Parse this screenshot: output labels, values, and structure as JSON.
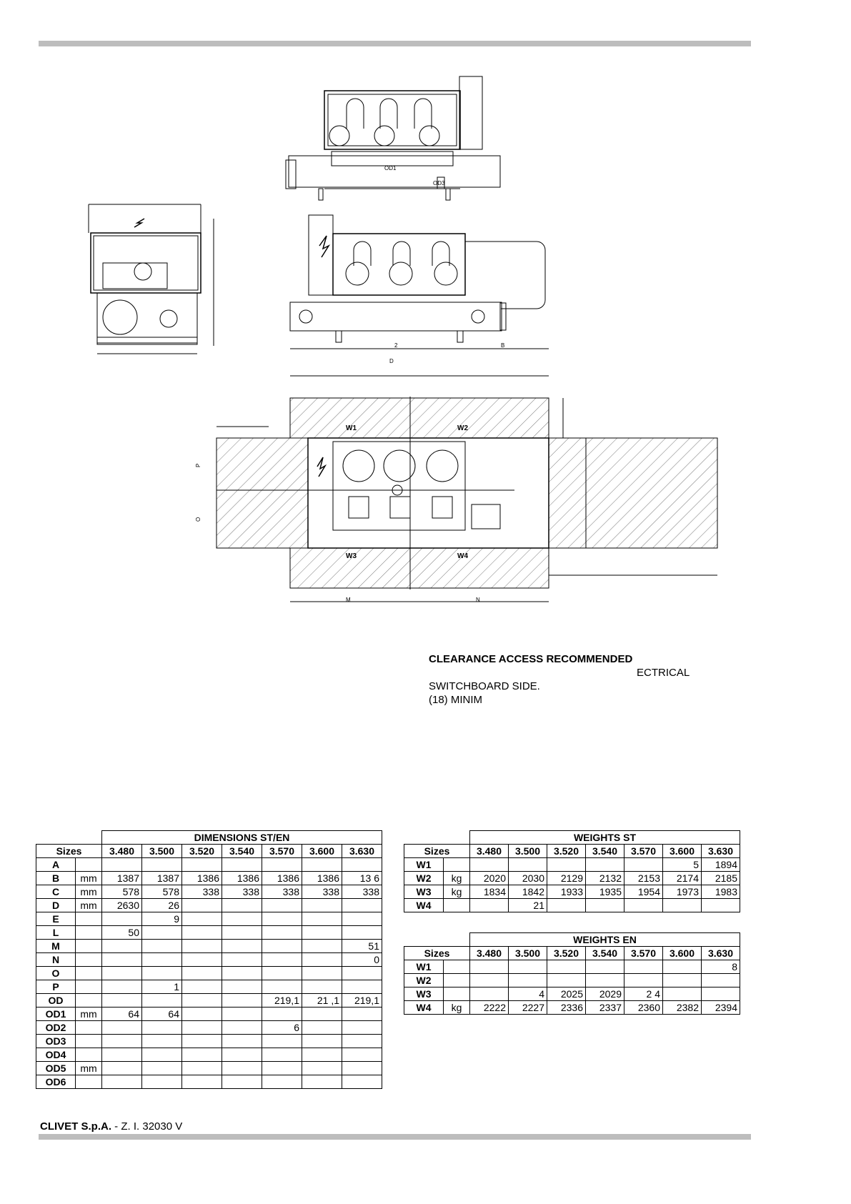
{
  "drawing": {
    "labels": {
      "w1": "W1",
      "w2": "W2",
      "w3": "W3",
      "w4": "W4",
      "od1": "OD1",
      "od3": "OD3",
      "b": "B",
      "d": "D",
      "m": "M",
      "n": "N",
      "o": "O",
      "p": "P",
      "two": "2"
    }
  },
  "clearance": {
    "title": "CLEARANCE ACCESS RECOMMENDED",
    "line1": "ECTRICAL",
    "line2": "SWITCHBOARD SIDE.",
    "line3": "(18) MINIM"
  },
  "dimensions": {
    "title": "DIMENSIONS ST/EN",
    "sizes_label": "Sizes",
    "sizes": [
      "3.480",
      "3.500",
      "3.520",
      "3.540",
      "3.570",
      "3.600",
      "3.630"
    ],
    "rows": [
      {
        "label": "A",
        "unit": "",
        "values": [
          "",
          "",
          "",
          "",
          "",
          "",
          ""
        ]
      },
      {
        "label": "B",
        "unit": "mm",
        "values": [
          "1387",
          "1387",
          "1386",
          "1386",
          "1386",
          "1386",
          "13  6"
        ]
      },
      {
        "label": "C",
        "unit": "mm",
        "values": [
          "578",
          "578",
          "338",
          "338",
          "338",
          "338",
          "338"
        ]
      },
      {
        "label": "D",
        "unit": "mm",
        "values": [
          "2630",
          "26",
          "",
          "",
          "",
          "",
          ""
        ]
      },
      {
        "label": "E",
        "unit": "",
        "values": [
          "",
          "9",
          "",
          "",
          "",
          "",
          ""
        ]
      },
      {
        "label": "L",
        "unit": "",
        "values": [
          "50",
          "",
          "",
          "",
          "",
          "",
          ""
        ]
      },
      {
        "label": "M",
        "unit": "",
        "values": [
          "",
          "",
          "",
          "",
          "",
          "",
          "51"
        ]
      },
      {
        "label": "N",
        "unit": "",
        "values": [
          "",
          "",
          "",
          "",
          "",
          "",
          "0"
        ]
      },
      {
        "label": "O",
        "unit": "",
        "values": [
          "",
          "",
          "",
          "",
          "",
          "",
          ""
        ]
      },
      {
        "label": "P",
        "unit": "",
        "values": [
          "",
          "1",
          "",
          "",
          "",
          "",
          ""
        ]
      },
      {
        "label": "OD",
        "unit": "",
        "values": [
          "",
          "",
          "",
          "",
          "219,1",
          "21  ,1",
          "219,1"
        ]
      },
      {
        "label": "OD1",
        "unit": "mm",
        "values": [
          "64",
          "64",
          "",
          "",
          "",
          "",
          ""
        ]
      },
      {
        "label": "OD2",
        "unit": "",
        "values": [
          "",
          "",
          "",
          "",
          "6",
          "",
          ""
        ]
      },
      {
        "label": "OD3",
        "unit": "",
        "values": [
          "",
          "",
          "",
          "",
          "",
          "",
          ""
        ]
      },
      {
        "label": "OD4",
        "unit": "",
        "values": [
          "",
          "",
          "",
          "",
          "",
          "",
          ""
        ]
      },
      {
        "label": "OD5",
        "unit": "mm",
        "values": [
          "",
          "",
          "",
          "",
          "",
          "",
          ""
        ]
      },
      {
        "label": "OD6",
        "unit": "",
        "values": [
          "",
          "",
          "",
          "",
          "",
          "",
          ""
        ]
      }
    ]
  },
  "weights_st": {
    "title": "WEIGHTS ST",
    "sizes_label": "Sizes",
    "sizes": [
      "3.480",
      "3.500",
      "3.520",
      "3.540",
      "3.570",
      "3.600",
      "3.630"
    ],
    "rows": [
      {
        "label": "W1",
        "unit": "",
        "values": [
          "",
          "",
          "",
          "",
          "",
          "5",
          "1894"
        ]
      },
      {
        "label": "W2",
        "unit": "kg",
        "values": [
          "2020",
          "2030",
          "2129",
          "2132",
          "2153",
          "2174",
          "2185"
        ]
      },
      {
        "label": "W3",
        "unit": "kg",
        "values": [
          "1834",
          "1842",
          "1933",
          "1935",
          "1954",
          "1973",
          "1983"
        ]
      },
      {
        "label": "W4",
        "unit": "",
        "values": [
          "",
          "21",
          "",
          "",
          "",
          "",
          ""
        ]
      }
    ]
  },
  "weights_en": {
    "title": "WEIGHTS EN",
    "sizes_label": "Sizes",
    "sizes": [
      "3.480",
      "3.500",
      "3.520",
      "3.540",
      "3.570",
      "3.600",
      "3.630"
    ],
    "rows": [
      {
        "label": "W1",
        "unit": "",
        "values": [
          "",
          "",
          "",
          "",
          "",
          "",
          "8"
        ]
      },
      {
        "label": "W2",
        "unit": "",
        "values": [
          "",
          "",
          "",
          "",
          "",
          "",
          ""
        ]
      },
      {
        "label": "W3",
        "unit": "",
        "values": [
          "",
          "4",
          "2025",
          "2029",
          "2  4",
          "",
          ""
        ]
      },
      {
        "label": "W4",
        "unit": "kg",
        "values": [
          "2222",
          "2227",
          "2336",
          "2337",
          "2360",
          "2382",
          "2394"
        ]
      }
    ]
  },
  "footer": {
    "company": "CLIVET S.p.A.",
    "address": " - Z. I. 32030 V"
  }
}
